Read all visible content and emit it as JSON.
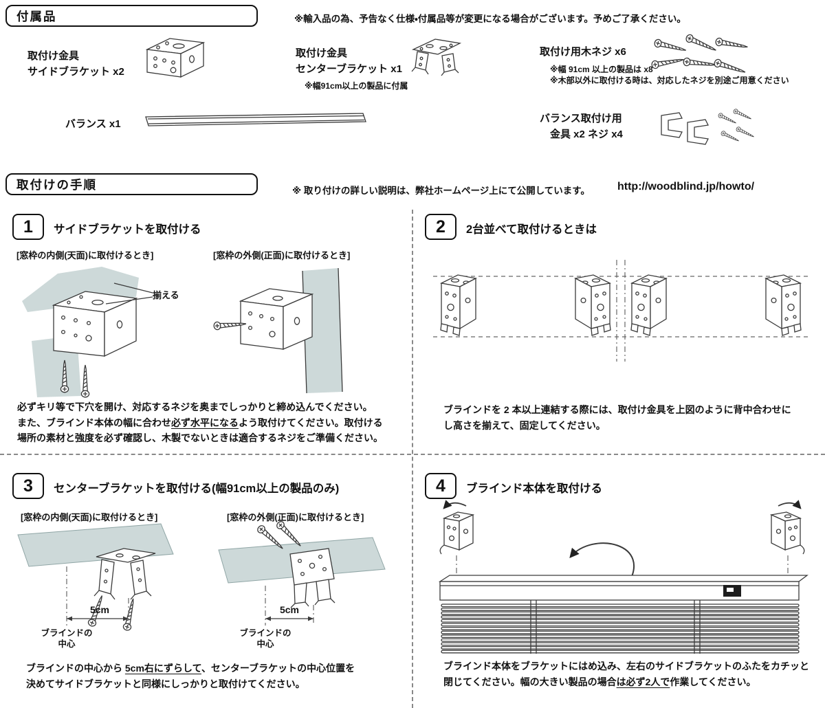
{
  "colors": {
    "ink": "#111111",
    "frame_shade": "#cdd9d9",
    "divider": "#888888"
  },
  "accessories": {
    "title": "付属品",
    "notice": "※輸入品の為、予告なく仕様・付属品等が変更になる場合がございます。予めご了承ください。",
    "side_bracket_label": "取付け金具\nサイドブラケット x2",
    "center_bracket_label": "取付け金具\nセンターブラケット x1",
    "center_bracket_note": "※幅91cm以上の製品に付属",
    "wood_screws_label": "取付け用木ネジ x6",
    "wood_screws_note1": "※幅 91cm 以上の製品は x8",
    "wood_screws_note2": "※木部以外に取付ける時は、対応したネジを別途ご用意ください",
    "valance_label": "バランス x1",
    "valance_hardware_label": "バランス取付け用\n　金具 x2  ネジ x4"
  },
  "procedure": {
    "title": "取付けの手順",
    "notice": "※ 取り付けの詳しい説明は、弊社ホームページ上にて公開しています。",
    "url": "http://woodblind.jp/howto/"
  },
  "step1": {
    "number": "1",
    "title": "サイドブラケットを取付ける",
    "caption_left": "[窓枠の内側(天面)に取付けるとき]",
    "caption_right": "[窓枠の外側(正面)に取付けるとき]",
    "align_label": "揃える",
    "desc_p1": "必ずキリ等で下穴を開け、対応するネジを奥までしっかりと締め込んでください。\nまた、ブラインド本体の幅に合わせ",
    "desc_u": "必ず水平になる",
    "desc_p2": "よう取付けてください。取付ける\n場所の素材と強度を必ず確認し、木製でないときは適合するネジをご準備ください。"
  },
  "step2": {
    "number": "2",
    "title": "2台並べて取付けるときは",
    "desc": "ブラインドを 2 本以上連結する際には、取付け金具を上図のように背中合わせに\nし高さを揃えて、固定してください。"
  },
  "step3": {
    "number": "3",
    "title": "センターブラケットを取付ける(幅91cm以上の製品のみ)",
    "caption_left": "[窓枠の内側(天面)に取付けるとき]",
    "caption_right": "[窓枠の外側(正面)に取付けるとき]",
    "dim_label": "5cm",
    "center_line_label": "ブラインドの\n中心",
    "desc_p1": "ブラインドの中心から ",
    "desc_u": "5cm右にずらして",
    "desc_p2": "、センターブラケットの中心位置を\n決めてサイドブラケットと同様にしっかりと取付けてください。"
  },
  "step4": {
    "number": "4",
    "title": "ブラインド本体を取付ける",
    "desc_p1": "ブラインド本体をブラケットにはめ込み、左右のサイドブラケットのふたをカチッと\n閉じてください。幅の大きい製品の場合",
    "desc_u": "は必ず2人で",
    "desc_p2": "作業してください。"
  }
}
